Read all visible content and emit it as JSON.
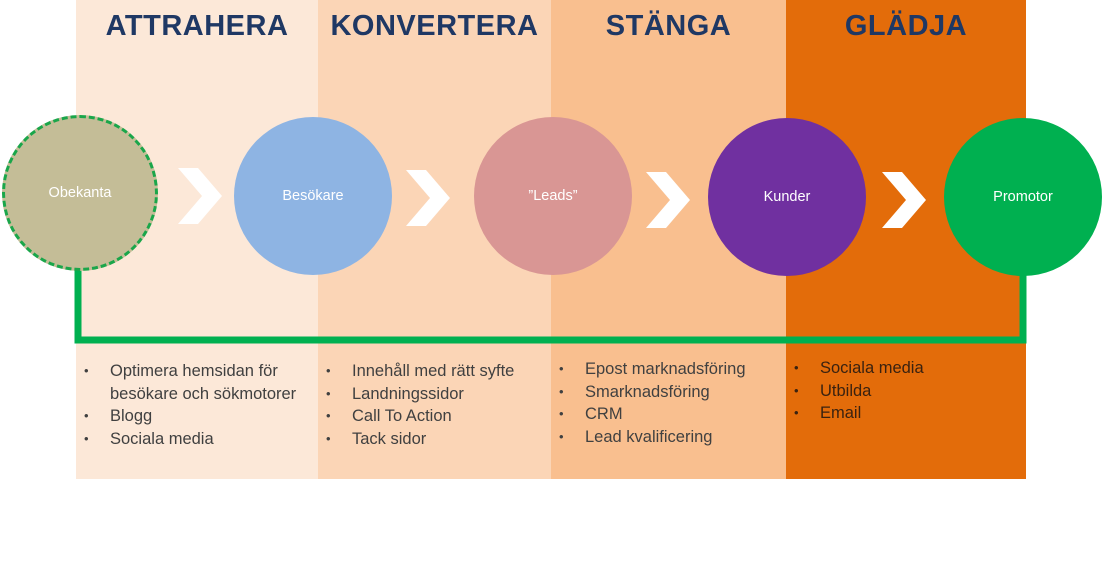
{
  "stages": [
    {
      "title": "ATTRAHERA",
      "bullets": [
        "Optimera hemsidan för besökare och sökmotorer",
        "Blogg",
        "Sociala media"
      ]
    },
    {
      "title": "KONVERTERA",
      "bullets": [
        "Innehåll med rätt syfte",
        "Landningssidor",
        "Call To Action",
        "Tack sidor"
      ]
    },
    {
      "title": "STÄNGA",
      "bullets": [
        "Epost marknadsföring",
        "Smarknadsföring",
        "CRM",
        "Lead kvalificering"
      ]
    },
    {
      "title": "GLÄDJA",
      "bullets": [
        "Sociala media",
        "Utbilda",
        "Email"
      ]
    }
  ],
  "nodes": [
    {
      "label": "Obekanta",
      "color": "#c4bd97"
    },
    {
      "label": "Besökare",
      "color": "#8eb4e3"
    },
    {
      "label": "”Leads”",
      "color": "#d99694"
    },
    {
      "label": "Kunder",
      "color": "#7030a0"
    },
    {
      "label": "Promotor",
      "color": "#00b050"
    }
  ],
  "colors": {
    "title": "#1f3864",
    "loop": "#00b050",
    "arrow": "#ffffff"
  }
}
